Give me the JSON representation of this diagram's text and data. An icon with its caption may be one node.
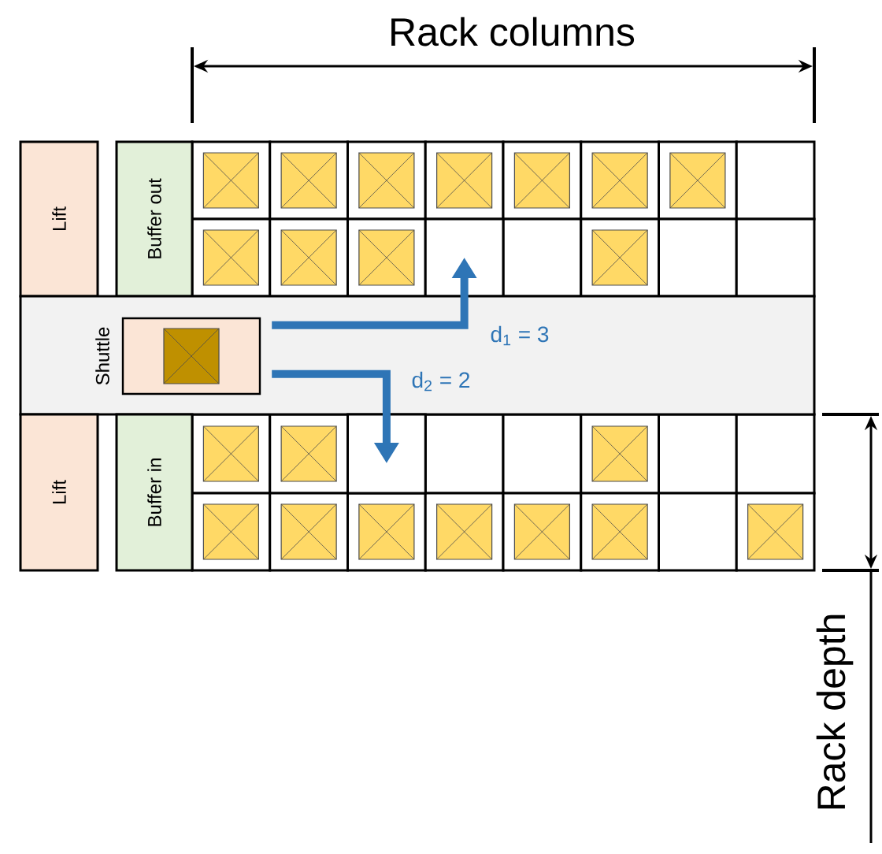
{
  "diagram": {
    "nodes": [
      {
        "text": [
          "Lift"
        ]
      },
      {
        "text": [
          "Buffer out"
        ]
      },
      {
        "text": [],
        "shape": "box"
      },
      {
        "text": [
          "Shuttle"
        ]
      },
      {
        "text": [],
        "shape": "box",
        "in": 3
      },
      {
        "text": [
          "Lift"
        ]
      },
      {
        "text": [
          "Buffer in"
        ]
      },
      {
        "text": [],
        "shape": "box"
      }
    ],
    "edges": [
      {
        "from": 4,
        "to": 2,
        "arrow": "to",
        "label": "d$_{1}$ = 3"
      },
      {
        "from": 4,
        "to": 7,
        "arrow": "to",
        "label": "d$_{2}$ = 2"
      }
    ],
    "labels": [
      "Rack columns",
      "Rack depth"
    ]
  }
}
